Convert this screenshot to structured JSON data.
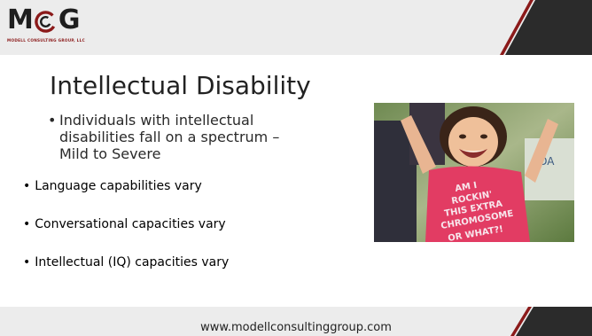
{
  "logo": {
    "mark_left": "M",
    "mark_right": "G",
    "tagline": "MODELL CONSULTING GROUP, LLC"
  },
  "slide": {
    "title": "Intellectual Disability",
    "bullets": [
      {
        "text": "Individuals with intellectual disabilities fall on a spectrum – Mild to Severe",
        "lines": [
          "Individuals with intellectual",
          "disabilities fall on a spectrum –",
          "Mild to Severe"
        ]
      }
    ],
    "sub_bullets": [
      "Language capabilities vary",
      "Conversational capacities vary",
      "Intellectual (IQ) capacities vary"
    ]
  },
  "photo": {
    "shirt_text": [
      "AM I",
      "ROCKIN'",
      "THIS EXTRA",
      "CHROMOSOME",
      "OR WHAT?!"
    ],
    "background_sign": "ADA"
  },
  "footer": {
    "url": "www.modellconsultinggroup.com"
  },
  "colors": {
    "band": "#ececec",
    "accent_dark": "#2b2b2b",
    "accent_red": "#8b1a1a",
    "shirt": "#e23c63",
    "text": "#222222"
  }
}
